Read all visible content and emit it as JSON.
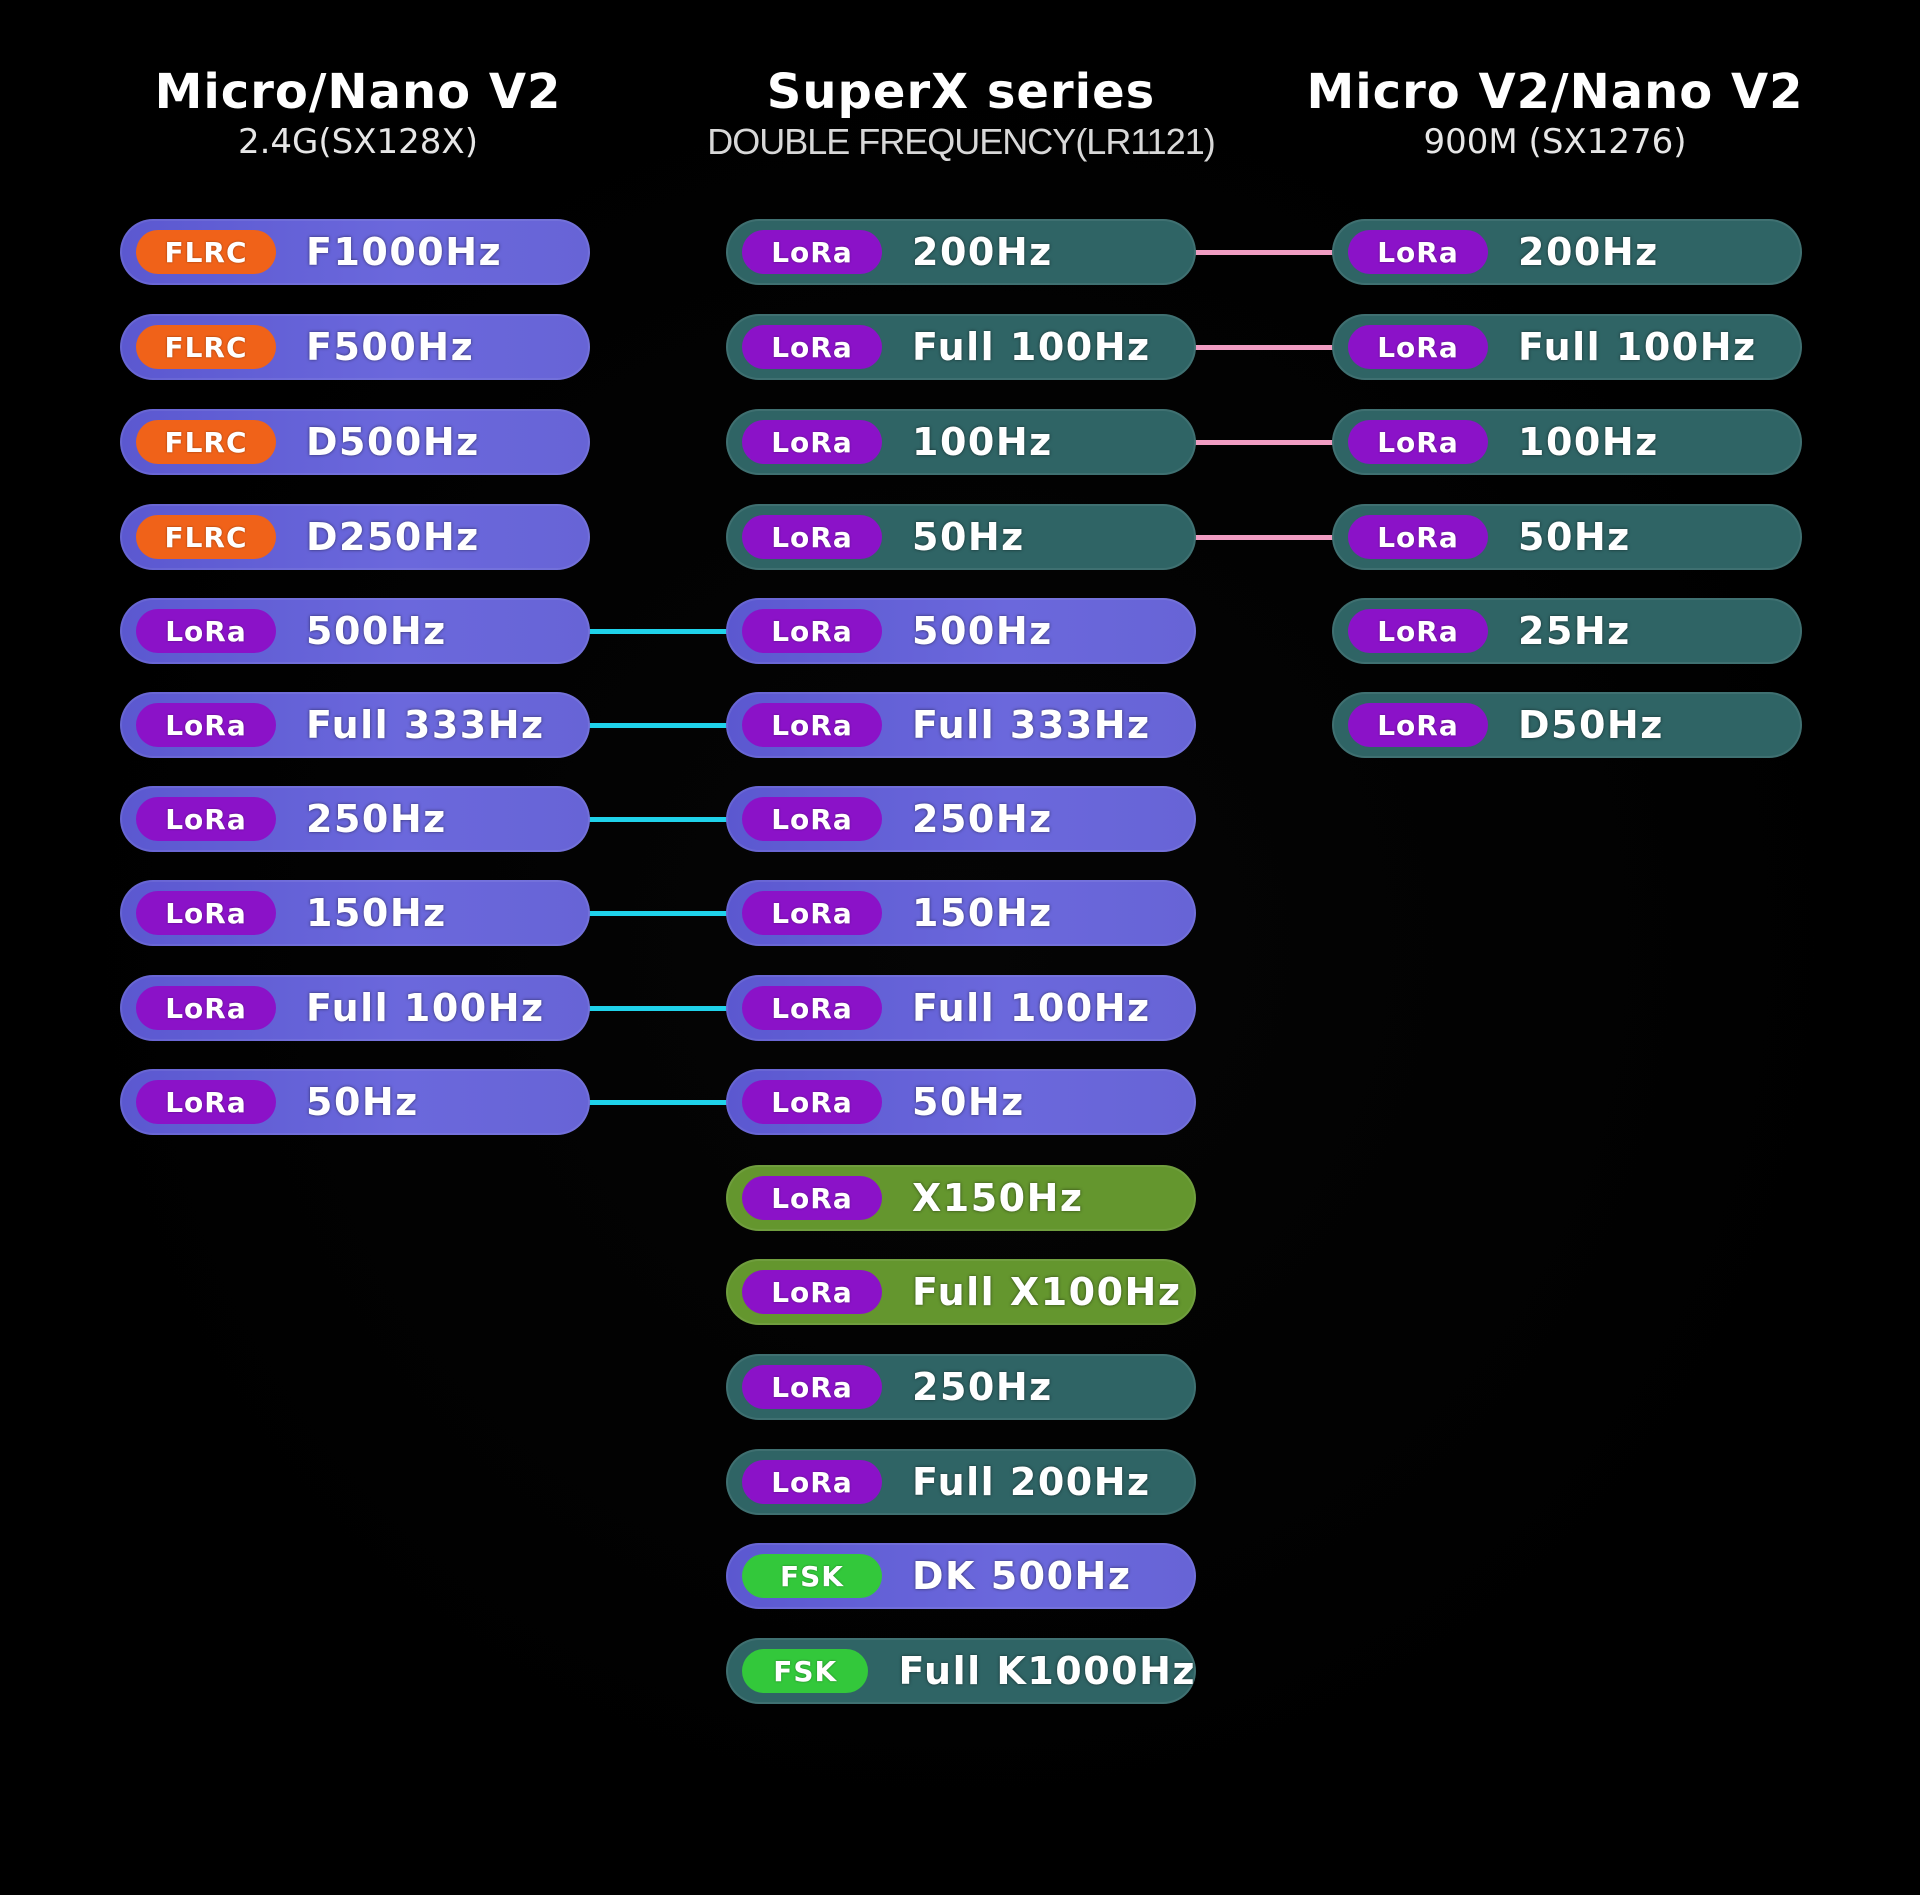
{
  "colors": {
    "pill_blue": "#6360d6",
    "pill_teal": "#2f6465",
    "pill_green": "#64962e",
    "badge_lora": "#8b12c8",
    "badge_flrc": "#f06219",
    "badge_fsk": "#33c83b",
    "connector_cyan": "#1fd2ea",
    "connector_pink": "#f09cc2"
  },
  "columns": [
    {
      "title": "Micro/Nano V2",
      "subtitle": "2.4G(SX128X)",
      "modes": [
        {
          "modulation": "FLRC",
          "rate": "F1000Hz",
          "style": "blue"
        },
        {
          "modulation": "FLRC",
          "rate": "F500Hz",
          "style": "blue"
        },
        {
          "modulation": "FLRC",
          "rate": "D500Hz",
          "style": "blue"
        },
        {
          "modulation": "FLRC",
          "rate": "D250Hz",
          "style": "blue"
        },
        {
          "modulation": "LoRa",
          "rate": "500Hz",
          "style": "blue"
        },
        {
          "modulation": "LoRa",
          "rate": "Full 333Hz",
          "style": "blue"
        },
        {
          "modulation": "LoRa",
          "rate": "250Hz",
          "style": "blue"
        },
        {
          "modulation": "LoRa",
          "rate": "150Hz",
          "style": "blue"
        },
        {
          "modulation": "LoRa",
          "rate": "Full 100Hz",
          "style": "blue"
        },
        {
          "modulation": "LoRa",
          "rate": "50Hz",
          "style": "blue"
        }
      ]
    },
    {
      "title": "SuperX  series",
      "subtitle": "DOUBLE FREQUENCY(LR1121)",
      "modes": [
        {
          "modulation": "LoRa",
          "rate": "200Hz",
          "style": "teal"
        },
        {
          "modulation": "LoRa",
          "rate": "Full 100Hz",
          "style": "teal"
        },
        {
          "modulation": "LoRa",
          "rate": "100Hz",
          "style": "teal"
        },
        {
          "modulation": "LoRa",
          "rate": "50Hz",
          "style": "teal"
        },
        {
          "modulation": "LoRa",
          "rate": "500Hz",
          "style": "blue"
        },
        {
          "modulation": "LoRa",
          "rate": "Full 333Hz",
          "style": "blue"
        },
        {
          "modulation": "LoRa",
          "rate": "250Hz",
          "style": "blue"
        },
        {
          "modulation": "LoRa",
          "rate": "150Hz",
          "style": "blue"
        },
        {
          "modulation": "LoRa",
          "rate": "Full 100Hz",
          "style": "blue"
        },
        {
          "modulation": "LoRa",
          "rate": "50Hz",
          "style": "blue"
        },
        {
          "modulation": "LoRa",
          "rate": "X150Hz",
          "style": "green"
        },
        {
          "modulation": "LoRa",
          "rate": "Full X100Hz",
          "style": "green"
        },
        {
          "modulation": "LoRa",
          "rate": "250Hz",
          "style": "teal"
        },
        {
          "modulation": "LoRa",
          "rate": "Full 200Hz",
          "style": "teal"
        },
        {
          "modulation": "FSK",
          "rate": "DK 500Hz",
          "style": "blue"
        },
        {
          "modulation": "FSK",
          "rate": "Full K1000Hz",
          "style": "teal"
        }
      ]
    },
    {
      "title": "Micro V2/Nano V2",
      "subtitle": "900M (SX1276)",
      "modes": [
        {
          "modulation": "LoRa",
          "rate": "200Hz",
          "style": "teal"
        },
        {
          "modulation": "LoRa",
          "rate": "Full 100Hz",
          "style": "teal"
        },
        {
          "modulation": "LoRa",
          "rate": "100Hz",
          "style": "teal"
        },
        {
          "modulation": "LoRa",
          "rate": "50Hz",
          "style": "teal"
        },
        {
          "modulation": "LoRa",
          "rate": "25Hz",
          "style": "teal"
        },
        {
          "modulation": "LoRa",
          "rate": "D50Hz",
          "style": "teal"
        }
      ]
    }
  ],
  "connections": [
    {
      "from": "column-0",
      "to": "column-1",
      "rows": [
        4,
        5,
        6,
        7,
        8,
        9
      ],
      "color": "cyan"
    },
    {
      "from": "column-1",
      "to": "column-2",
      "rows": [
        0,
        1,
        2,
        3
      ],
      "color": "pink"
    }
  ]
}
